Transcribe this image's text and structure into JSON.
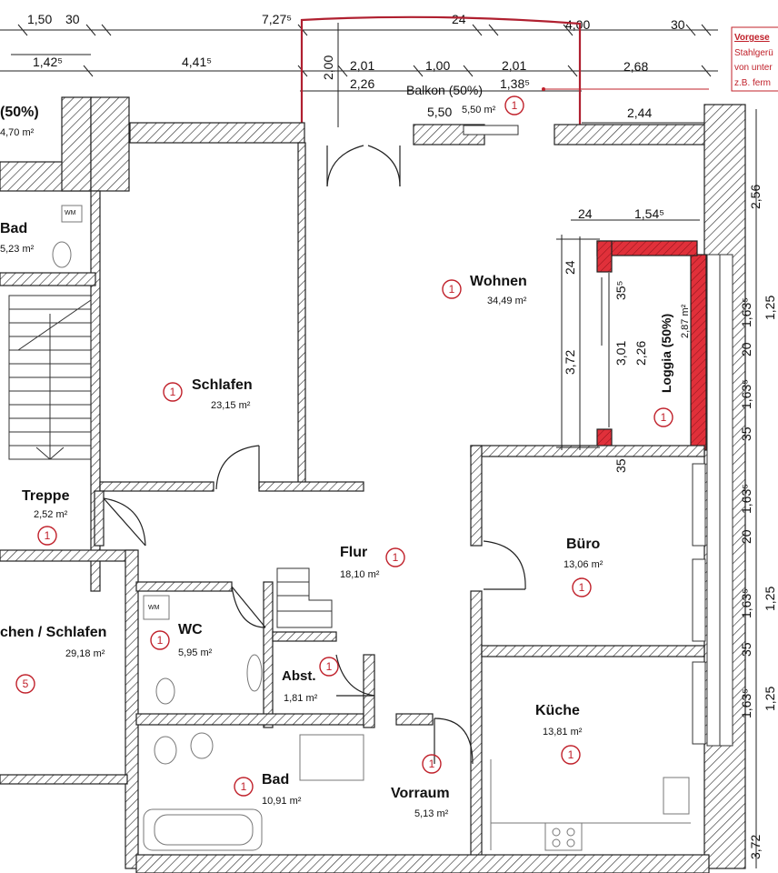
{
  "rooms": [
    {
      "id": "schlafen",
      "name": "Schlafen",
      "area": "23,15 m²",
      "badge": "1"
    },
    {
      "id": "wohnen",
      "name": "Wohnen",
      "area": "34,49 m²",
      "badge": "1"
    },
    {
      "id": "loggia",
      "name": "Loggia (50%)",
      "area": "2,87 m²",
      "badge": "1"
    },
    {
      "id": "treppe",
      "name": "Treppe",
      "area": "2,52 m²",
      "badge": "1"
    },
    {
      "id": "flur",
      "name": "Flur",
      "area": "18,10 m²",
      "badge": "1"
    },
    {
      "id": "buero",
      "name": "Büro",
      "area": "13,06 m²",
      "badge": "1"
    },
    {
      "id": "kueche",
      "name": "Küche",
      "area": "13,81 m²",
      "badge": "1"
    },
    {
      "id": "wc",
      "name": "WC",
      "area": "5,95 m²",
      "badge": "1"
    },
    {
      "id": "abst",
      "name": "Abst.",
      "area": "1,81 m²",
      "badge": "1"
    },
    {
      "id": "bad",
      "name": "Bad",
      "area": "10,91 m²",
      "badge": "1"
    },
    {
      "id": "vorraum",
      "name": "Vorraum",
      "area": "5,13 m²",
      "badge": "1"
    },
    {
      "id": "kochen",
      "name": "chen / Schlafen",
      "area": "29,18 m²",
      "badge": "5"
    },
    {
      "id": "bad_left",
      "name": "Bad",
      "area": "5,23 m²"
    },
    {
      "id": "balkon_left",
      "name": "(50%)",
      "area": "4,70 m²"
    },
    {
      "id": "balkon",
      "name": "Balkon (50%)",
      "area": "5,50 m²",
      "badge": "1"
    }
  ],
  "appliance_labels": {
    "wm": "WM"
  },
  "dimensions": {
    "top": [
      "1,50",
      "30",
      "7,27⁵",
      "24",
      "4,00",
      "30"
    ],
    "second": [
      "1,42⁵",
      "4,41⁵",
      "2,00",
      "2,01",
      "1,00",
      "2,01",
      "2,68"
    ],
    "balkon": [
      "2,26",
      "1,38⁵",
      "5,50",
      "2,44"
    ],
    "loggia": [
      "24",
      "1,54⁵",
      "24",
      "35⁵",
      "3,72",
      "3,01",
      "2,26",
      "35"
    ],
    "right": [
      "2,56",
      "1,63⁵",
      "1,25",
      "20",
      "1,63⁵",
      "35",
      "1,63⁵",
      "20",
      "1,63⁵",
      "1,25",
      "35",
      "1,63⁵",
      "1,25",
      "3,72"
    ]
  },
  "note": [
    "Vorgese",
    "Stahlgerü",
    "von unter",
    "z.B. ferm"
  ]
}
